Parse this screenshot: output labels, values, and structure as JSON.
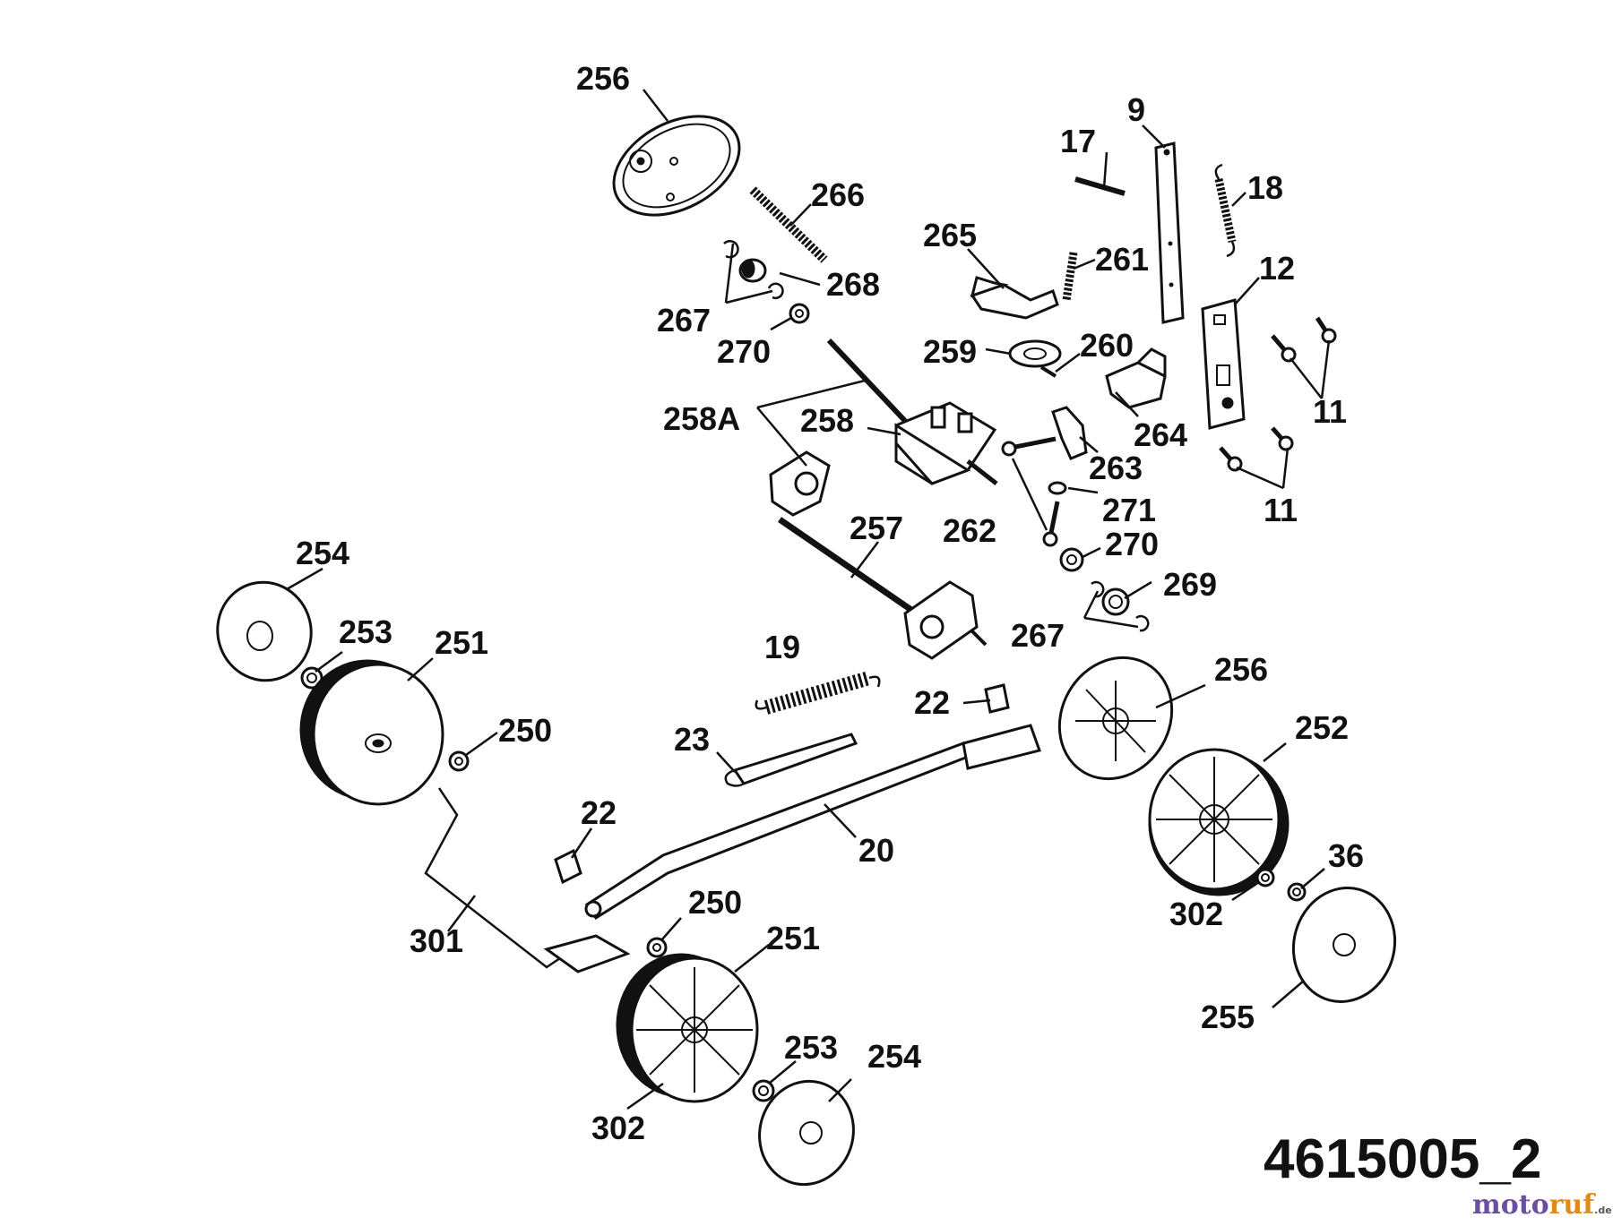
{
  "diagram": {
    "number": "4615005_2",
    "watermark": {
      "part1": "moto",
      "part2": "ruf",
      "suffix": ".de"
    },
    "labels": {
      "p256a": "256",
      "p266": "266",
      "p268": "268",
      "p267a": "267",
      "p270a": "270",
      "p17": "17",
      "p9": "9",
      "p18": "18",
      "p265": "265",
      "p261": "261",
      "p12": "12",
      "p259": "259",
      "p260": "260",
      "p11a": "11",
      "p258a": "258A",
      "p258": "258",
      "p264": "264",
      "p263": "263",
      "p11b": "11",
      "p271": "271",
      "p262": "262",
      "p270b": "270",
      "p269": "269",
      "p267b": "267",
      "p257": "257",
      "p254a": "254",
      "p253a": "253",
      "p251a": "251",
      "p250a": "250",
      "p19": "19",
      "p22a": "22",
      "p256b": "256",
      "p252": "252",
      "p23": "23",
      "p22b": "22",
      "p20": "20",
      "p36": "36",
      "p302a": "302",
      "p301": "301",
      "p250b": "250",
      "p251b": "251",
      "p255": "255",
      "p253b": "253",
      "p254b": "254",
      "p302b": "302"
    }
  }
}
